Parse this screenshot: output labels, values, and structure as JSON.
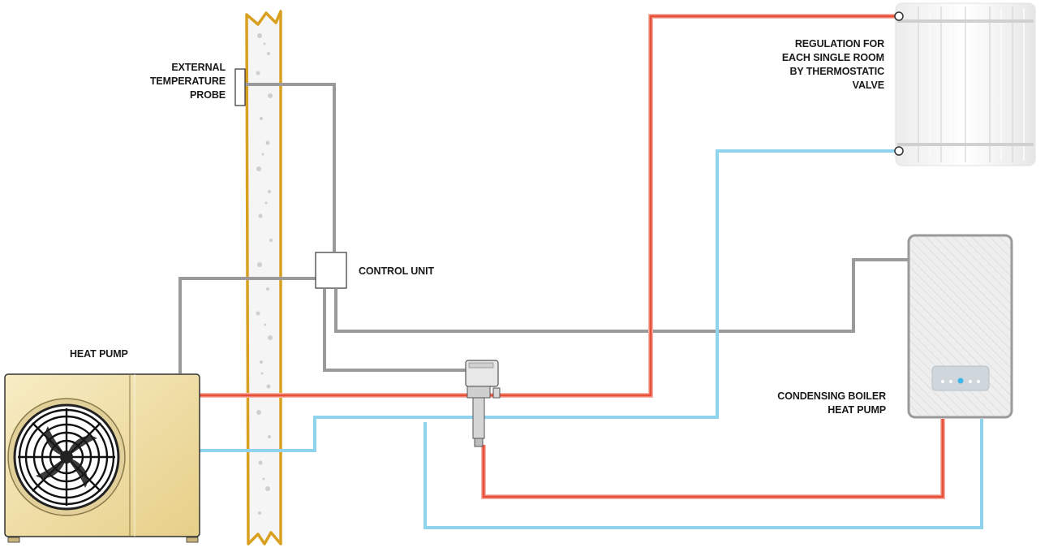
{
  "labels": {
    "external_probe": "EXTERNAL\nTEMPERATURE\nPROBE",
    "control_unit": "CONTROL UNIT",
    "heat_pump": "HEAT PUMP",
    "regulation": "REGULATION FOR\nEACH SINGLE ROOM\nBY THERMOSTATIC\nVALVE",
    "boiler": "CONDENSING BOILER\nHEAT PUMP"
  },
  "colors": {
    "hot_pipe": "#e8503a",
    "cold_pipe": "#8fd3ee",
    "signal_wire": "#9a9a9a",
    "wall_outline": "#d9a020",
    "wall_fill": "#f4f4f4",
    "heat_pump_body": "#f1e3b0",
    "boiler_body": "#eeeeee"
  },
  "icons": {
    "heat_pump": "heat-pump-fan-unit-icon",
    "radiator": "radiator-icon",
    "boiler": "condensing-boiler-icon",
    "valve": "mixing-valve-icon",
    "probe": "temperature-probe-icon",
    "control_unit": "control-unit-box-icon",
    "wall": "wall-section-icon"
  }
}
